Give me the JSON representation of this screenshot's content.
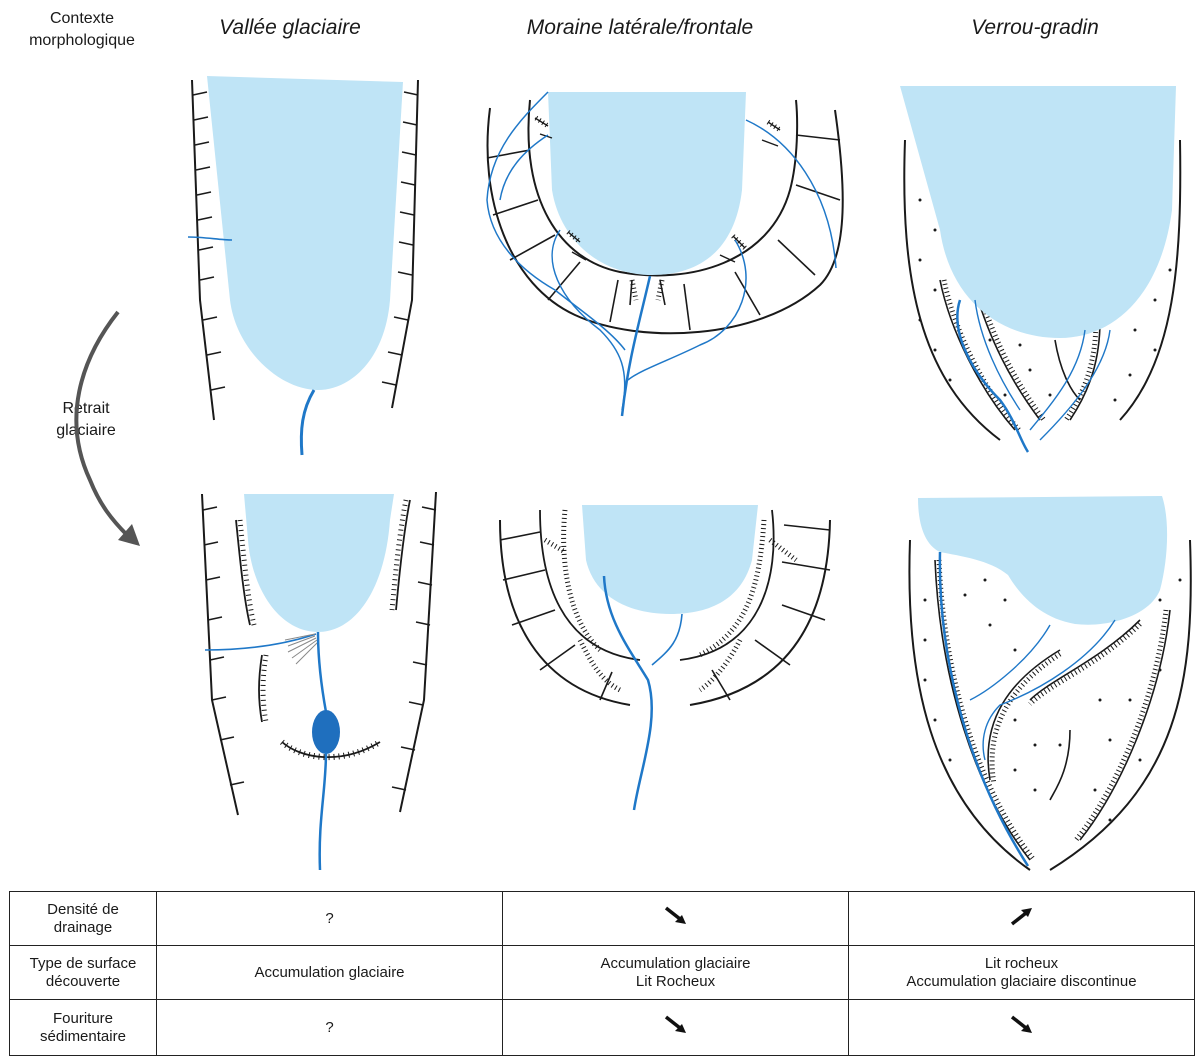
{
  "labels": {
    "context": [
      "Contexte",
      "morphologique"
    ],
    "retreat": [
      "Retrait",
      "glaciaire"
    ]
  },
  "columns": [
    {
      "title": "Vallée glaciaire"
    },
    {
      "title": "Moraine latérale/frontale"
    },
    {
      "title": "Verrou-gradin"
    }
  ],
  "colors": {
    "ice": "#bfe4f6",
    "river": "#1f78c8",
    "lake": "#1f6fbe",
    "line": "#1a1a1a",
    "arrow": "#555555"
  },
  "table": {
    "rows": [
      {
        "header": [
          "Densité de",
          "drainage"
        ],
        "cells": [
          {
            "text": [
              "?"
            ],
            "arrow": null
          },
          {
            "text": [],
            "arrow": "down-right"
          },
          {
            "text": [],
            "arrow": "up-right"
          }
        ]
      },
      {
        "header": [
          "Type de surface",
          "découverte"
        ],
        "cells": [
          {
            "text": [
              "Accumulation glaciaire"
            ],
            "arrow": null
          },
          {
            "text": [
              "Accumulation glaciaire",
              "Lit Rocheux"
            ],
            "arrow": null
          },
          {
            "text": [
              "Lit rocheux",
              "Accumulation glaciaire discontinue"
            ],
            "arrow": null
          }
        ]
      },
      {
        "header": [
          "Fouriture",
          "sédimentaire"
        ],
        "cells": [
          {
            "text": [
              "?"
            ],
            "arrow": null
          },
          {
            "text": [],
            "arrow": "down-right"
          },
          {
            "text": [],
            "arrow": "down-right"
          }
        ]
      }
    ]
  }
}
